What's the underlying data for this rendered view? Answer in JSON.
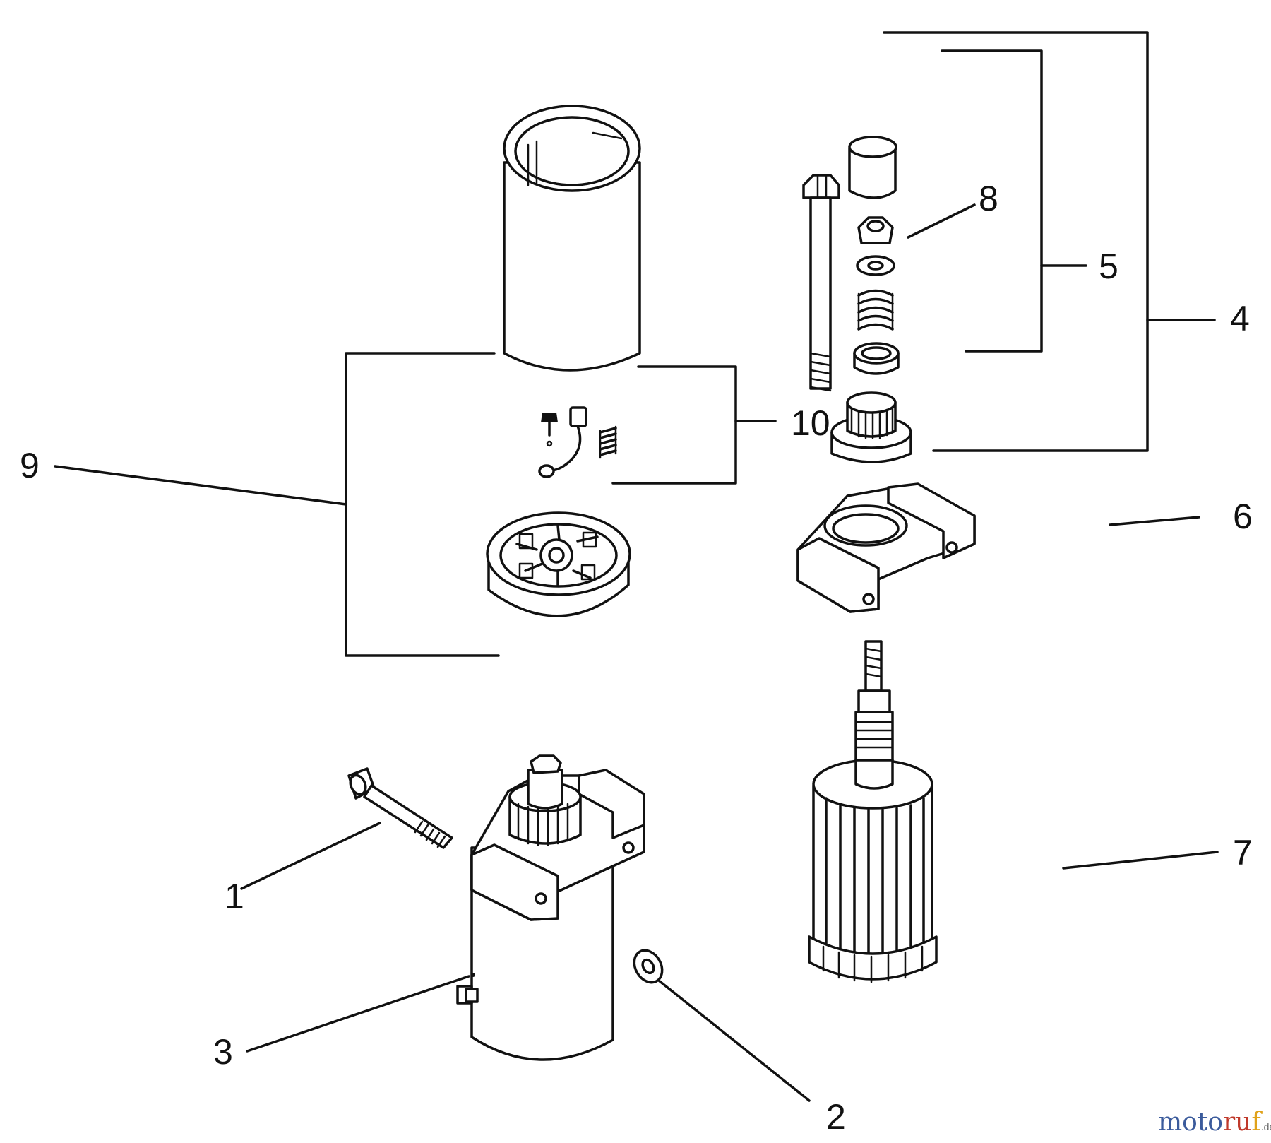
{
  "callouts": {
    "c1": "1",
    "c2": "2",
    "c3": "3",
    "c4": "4",
    "c5": "5",
    "c6": "6",
    "c7": "7",
    "c8": "8",
    "c9": "9",
    "c10": "10"
  },
  "watermark": {
    "part1": "moto",
    "part2": "ru",
    "part3": "f",
    "suffix": ".de"
  }
}
